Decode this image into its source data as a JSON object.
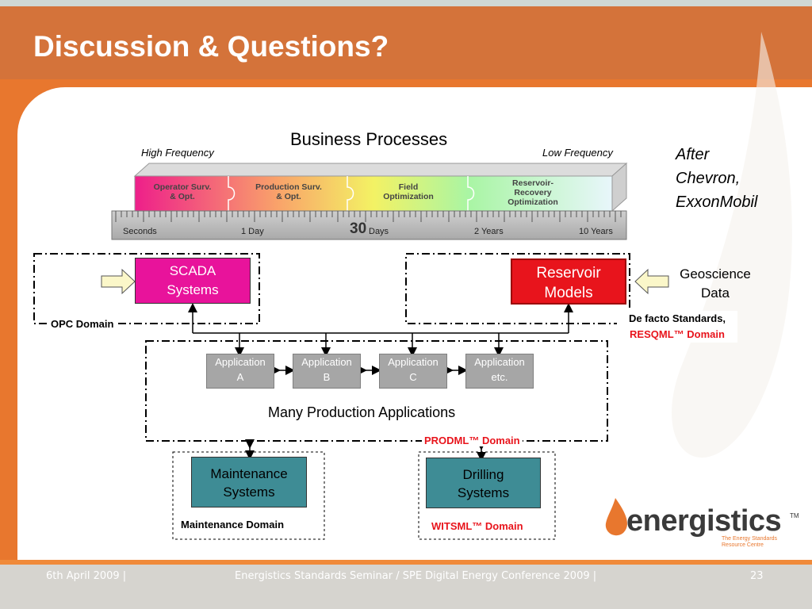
{
  "slide": {
    "title": "Discussion & Questions?",
    "page_number": "23"
  },
  "footer": {
    "date": "6th April 2009 |",
    "event": "Energistics Standards Seminar / SPE Digital Energy Conference 2009 |"
  },
  "business": {
    "heading": "Business Processes",
    "high_freq": "High Frequency",
    "low_freq": "Low Frequency",
    "processes": [
      "Operator Surv. & Opt.",
      "Production Surv. & Opt.",
      "Field Optimization",
      "Reservoir-Recovery Optimization"
    ],
    "ruler": [
      "Seconds",
      "1 Day",
      "30",
      "Days",
      "2 Years",
      "10 Years"
    ]
  },
  "attribution": [
    "After",
    "Chevron,",
    "ExxonMobil"
  ],
  "scada": {
    "line1": "SCADA",
    "line2": "Systems",
    "domain": "OPC Domain"
  },
  "reservoir": {
    "line1": "Reservoir",
    "line2": "Models",
    "input1": "Geoscience",
    "input2": "Data",
    "domain1": "De facto Standards,",
    "domain2": "RESQML™ Domain"
  },
  "applications": [
    {
      "line1": "Application",
      "line2": "A"
    },
    {
      "line1": "Application",
      "line2": "B"
    },
    {
      "line1": "Application",
      "line2": "C"
    },
    {
      "line1": "Application",
      "line2": "etc."
    }
  ],
  "apps_caption": "Many Production Applications",
  "prodml_domain": "PRODML™ Domain",
  "maintenance": {
    "line1": "Maintenance",
    "line2": "Systems",
    "domain": "Maintenance Domain"
  },
  "drilling": {
    "line1": "Drilling",
    "line2": "Systems",
    "domain": "WITSML™ Domain"
  },
  "logo": {
    "name": "energistics",
    "tm": "TM",
    "tagline1": "The Energy Standards",
    "tagline2": "Resource Centre"
  },
  "colors": {
    "orange": "#e8772e",
    "teal": "#3e8c95",
    "red": "#e8141c",
    "magenta": "#e8139b",
    "domain_red": "#e8141c"
  }
}
